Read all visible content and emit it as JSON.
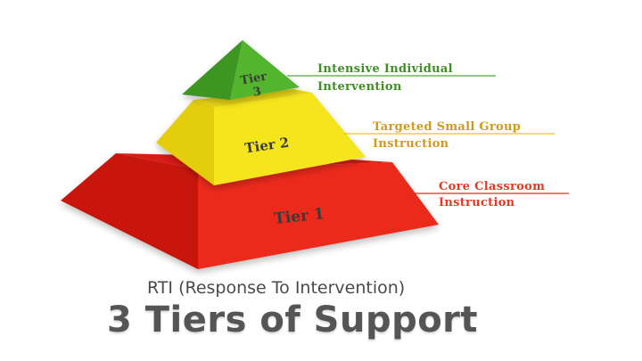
{
  "diagram": {
    "tiers": [
      {
        "label_line1": "Tier",
        "label_line2": "3",
        "description_line1": "Intensive Individual",
        "description_line2": "Intervention",
        "color": "#4caf2a",
        "text_color": "#3f8f24"
      },
      {
        "label": "Tier 2",
        "description_line1": "Targeted Small Group",
        "description_line2": "Instruction",
        "color": "#f2e11b",
        "text_color": "#d29a1a"
      },
      {
        "label": "Tier 1",
        "description_line1": "Core Classroom",
        "description_line2": "Instruction",
        "color": "#e8281d",
        "text_color": "#e23b22"
      }
    ]
  },
  "caption": {
    "subtitle": "RTI (Response To Intervention)",
    "title": "3 Tiers of Support"
  }
}
